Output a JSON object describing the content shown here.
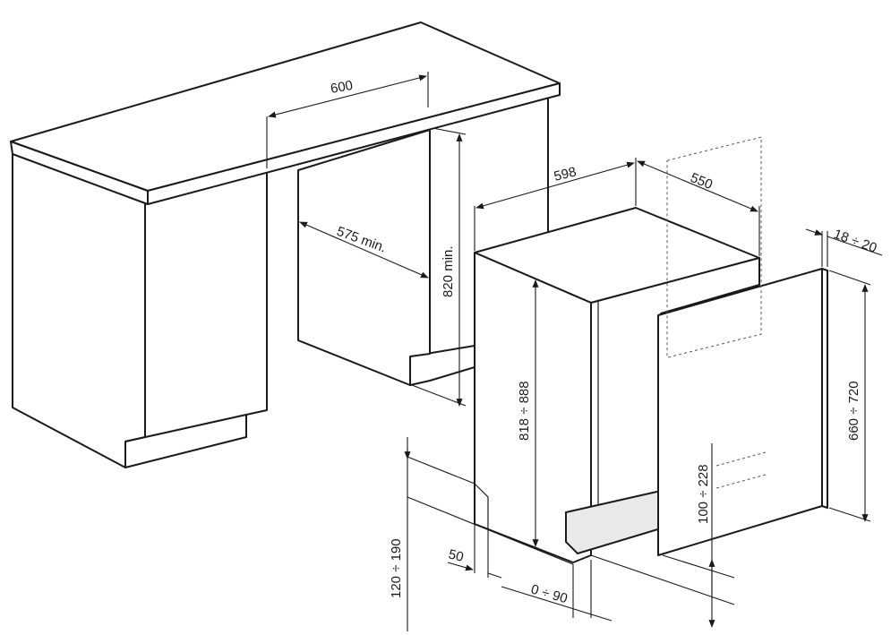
{
  "dimensions": {
    "cabinet_width": "600",
    "depth_min": "575 min.",
    "height_min": "820 min.",
    "appliance_width": "598",
    "appliance_depth": "550",
    "panel_thickness": "18 ÷ 20",
    "appliance_height": "818 ÷ 888",
    "panel_height": "660 ÷ 720",
    "panel_offset": "100 ÷ 228",
    "plinth_height": "120 ÷ 190",
    "plinth_depth": "50",
    "plinth_setback": "0 ÷ 90"
  }
}
